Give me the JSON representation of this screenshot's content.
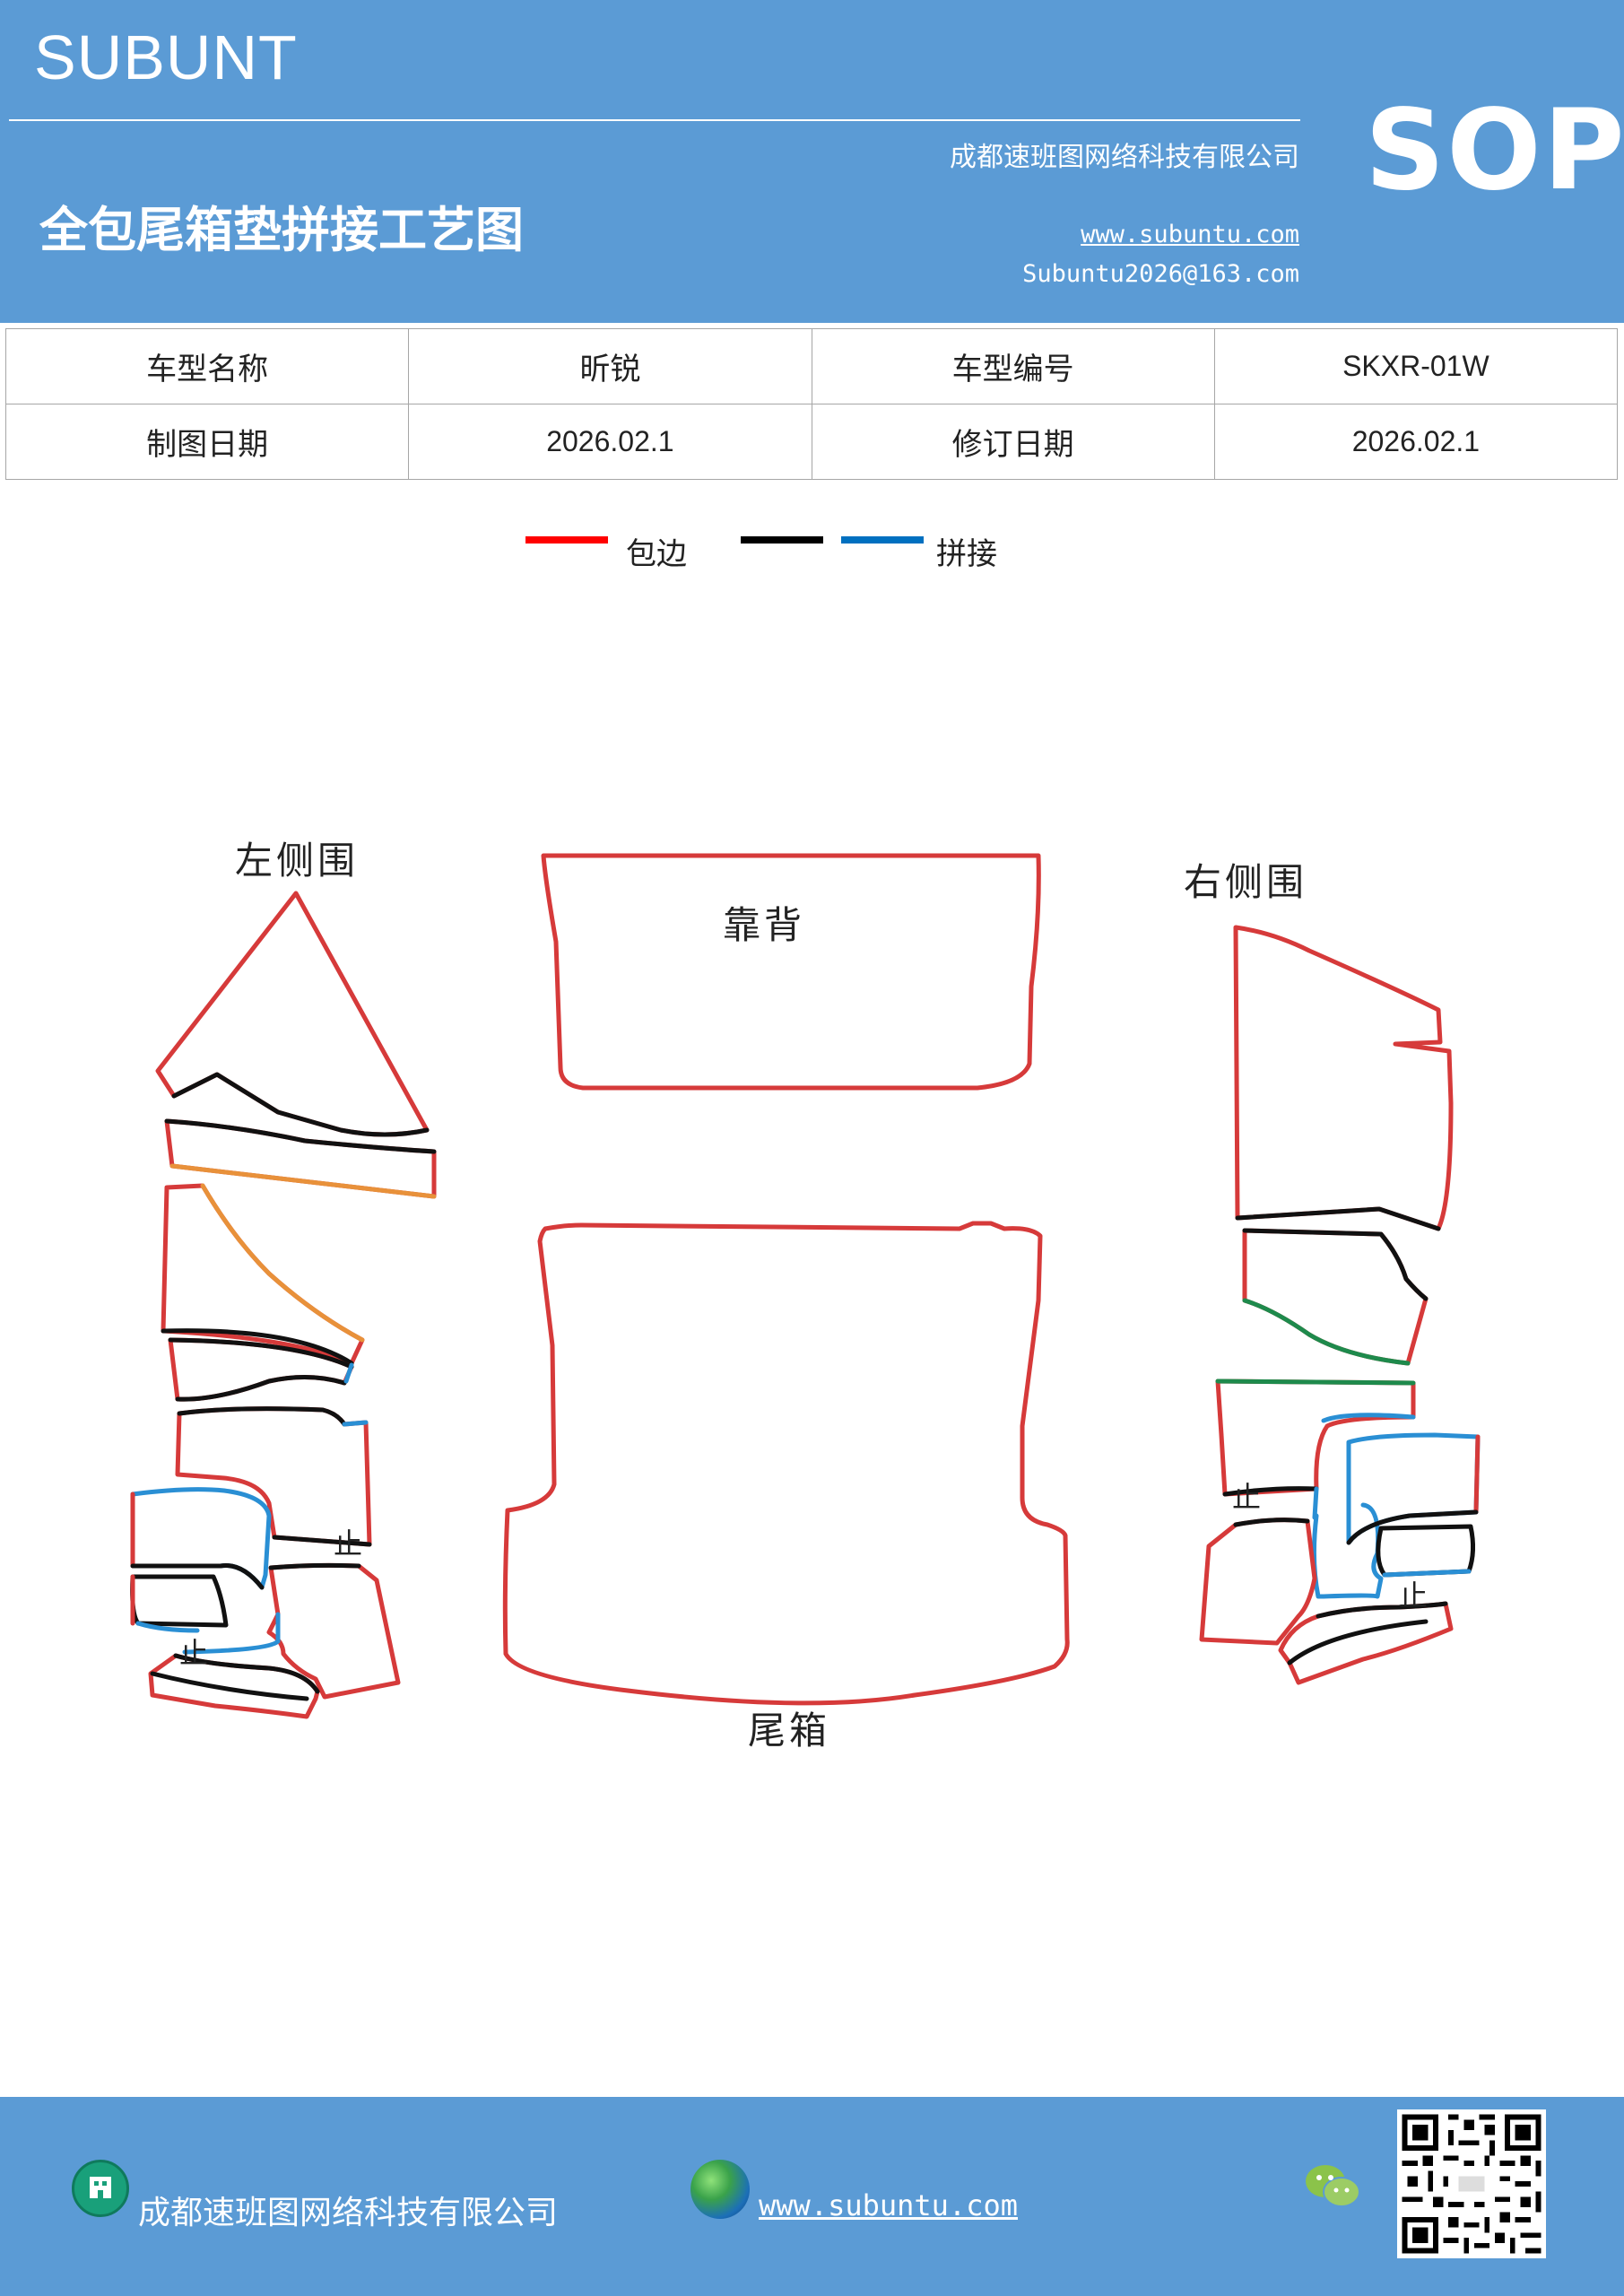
{
  "header": {
    "brand": "SUBUNT",
    "company": "成都速班图网络科技有限公司",
    "title": "全包尾箱垫拼接工艺图",
    "website": "www.subuntu.com",
    "email": "Subuntu2026@163.com",
    "badge": "SOP",
    "background_color": "#5b9bd5"
  },
  "info_table": {
    "rows": [
      {
        "label1": "车型名称",
        "value1": "昕锐",
        "label2": "车型编号",
        "value2": "SKXR-01W"
      },
      {
        "label1": "制图日期",
        "value1": "2026.02.1",
        "label2": "修订日期",
        "value2": "2026.02.1"
      }
    ]
  },
  "legend": {
    "items": [
      {
        "label": "包边",
        "color": "#ff0000"
      },
      {
        "label": "",
        "color": "#000000"
      },
      {
        "label": "拼接",
        "color": "#0070c0"
      }
    ]
  },
  "diagram": {
    "labels": {
      "left_side": "左侧围",
      "backrest": "靠背",
      "right_side": "右侧围",
      "trunk": "尾箱"
    },
    "stop_mark": "止",
    "line_colors": {
      "edge": "#d63a3a",
      "seam": "#111111",
      "splice": "#2a8fd4",
      "orange": "#e8913a",
      "green": "#1e8a4c"
    }
  },
  "footer": {
    "company": "成都速班图网络科技有限公司",
    "website": "www.subuntu.com",
    "icons": [
      "building-icon",
      "globe-icon",
      "wechat-icon",
      "qr-code"
    ]
  }
}
